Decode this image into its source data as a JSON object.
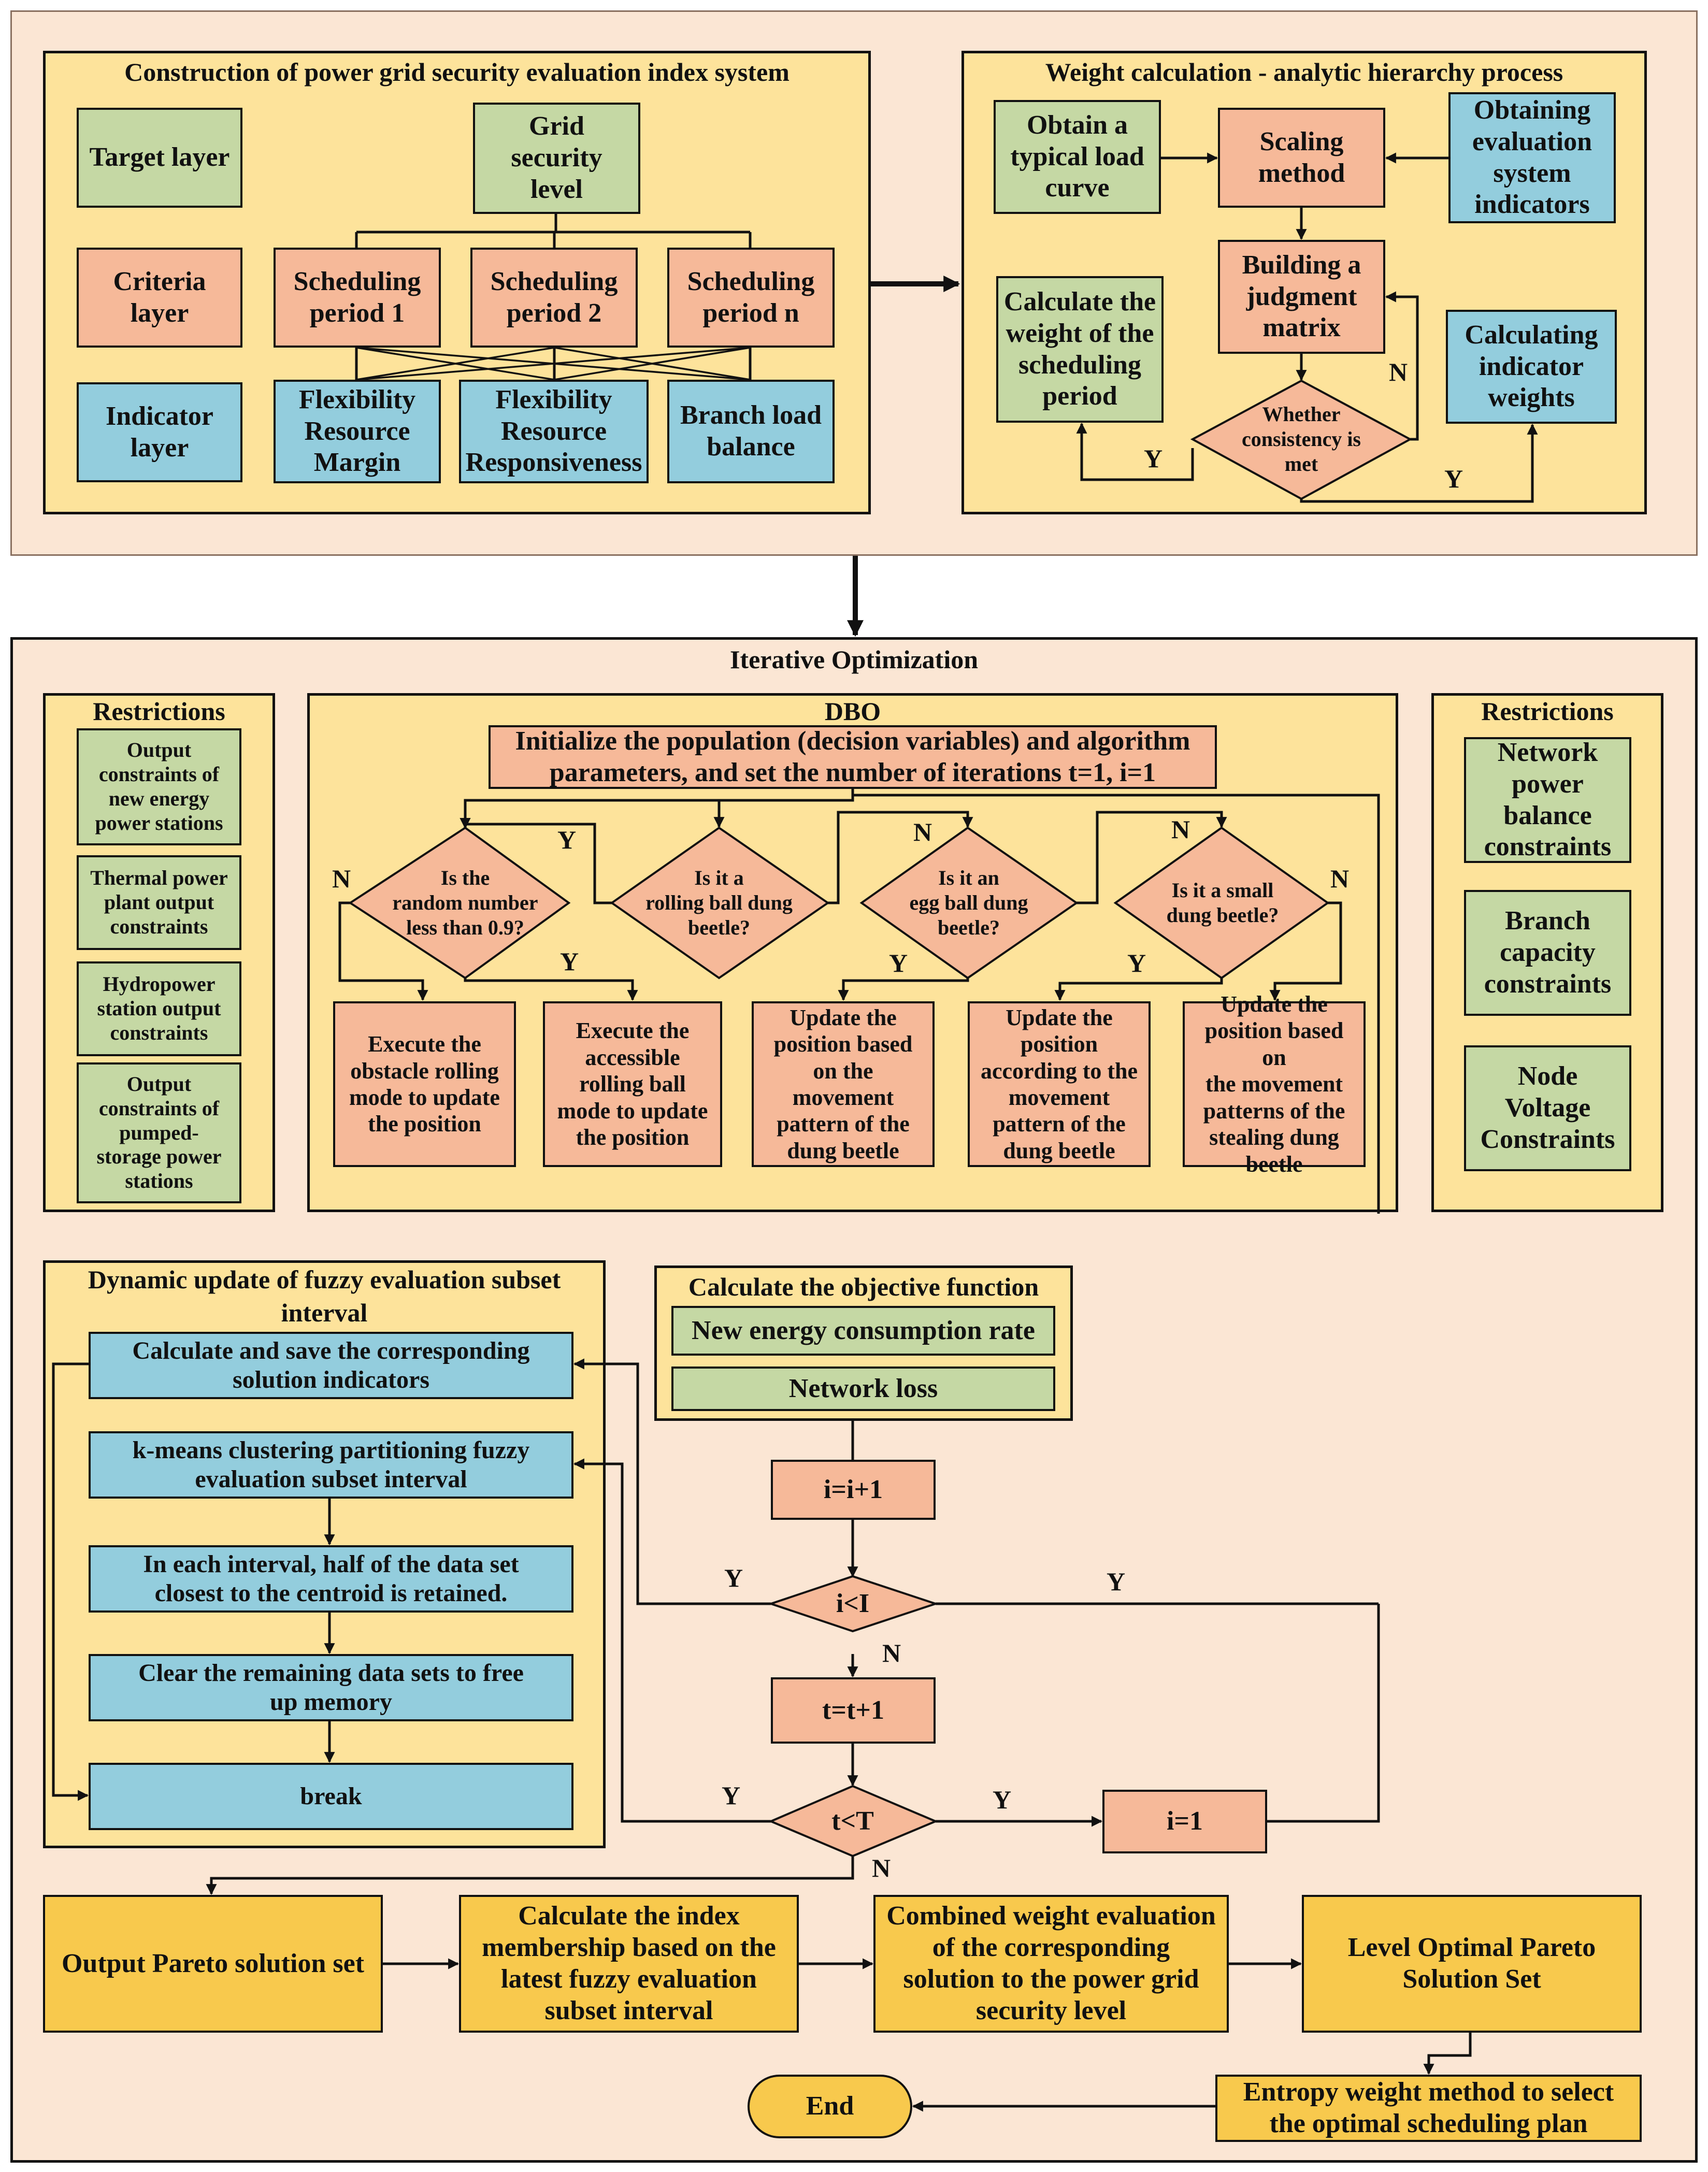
{
  "panels": {
    "construction": {
      "title": "Construction of power grid security evaluation index system",
      "target_layer": "Target layer",
      "criteria_layer": "Criteria\nlayer",
      "indicator_layer": "Indicator\nlayer",
      "grid_security_level": "Grid\nsecurity\nlevel",
      "period_1": "Scheduling\nperiod 1",
      "period_2": "Scheduling\nperiod 2",
      "period_n": "Scheduling\nperiod n",
      "flex_margin": "Flexibility\nResource\nMargin",
      "flex_responsiveness": "Flexibility\nResource\nResponsiveness",
      "branch_load_balance": "Branch load\nbalance"
    },
    "weight": {
      "title": "Weight calculation - analytic hierarchy process",
      "typical_load_curve": "Obtain a\ntypical load\ncurve",
      "scaling_method": "Scaling\nmethod",
      "obtaining_indicators": "Obtaining\nevaluation\nsystem\nindicators",
      "judgment_matrix": "Building a\njudgment\nmatrix",
      "calc_period_weight": "Calculate the\nweight of the\nscheduling\nperiod",
      "calc_indicator_weights": "Calculating\nindicator\nweights",
      "consistency": "Whether\nconsistency is\nmet"
    },
    "iterative": {
      "title": "Iterative Optimization",
      "restrictions_left": {
        "title": "Restrictions",
        "items": [
          "Output\nconstraints of\nnew energy\npower stations",
          "Thermal power\nplant output\nconstraints",
          "Hydropower\nstation output\nconstraints",
          "Output\nconstraints of\npumped-\nstorage power\nstations"
        ]
      },
      "restrictions_right": {
        "title": "Restrictions",
        "items": [
          "Network\npower\nbalance\nconstraints",
          "Branch\ncapacity\nconstraints",
          "Node\nVoltage\nConstraints"
        ]
      },
      "dbo": {
        "title": "DBO",
        "init": "Initialize the population (decision variables) and algorithm\nparameters, and set the number of iterations t=1, i=1",
        "q_random": "Is the\nrandom number\nless than 0.9?",
        "q_rolling": "Is it a\nrolling ball dung\nbeetle?",
        "q_egg": "Is it an\negg ball dung\nbeetle?",
        "q_small": "Is it a small\ndung beetle?",
        "a_obstacle": "Execute the\nobstacle rolling\nmode to update\nthe position",
        "a_accessible": "Execute the\naccessible\nrolling ball\nmode to update\nthe position",
        "a_update_dung": "Update the\nposition based\non the\nmovement\npattern of the\ndung beetle",
        "a_update_according": "Update the\nposition\naccording to the\nmovement\npattern of the\ndung beetle",
        "a_update_stealing": "Update the\nposition based on\nthe movement\npatterns of the\nstealing dung\nbeetle"
      },
      "fuzzy": {
        "title": "Dynamic update of fuzzy evaluation subset\ninterval",
        "steps": [
          "Calculate and save the corresponding\nsolution indicators",
          "k-means clustering partitioning fuzzy\nevaluation subset interval",
          "In each interval, half of the data set\nclosest to the centroid is retained.",
          "Clear the remaining data sets to free\nup memory",
          "break"
        ]
      },
      "objective": {
        "title": "Calculate the objective function",
        "items": [
          "New energy consumption rate",
          "Network loss"
        ]
      },
      "loop": {
        "i_inc": "i=i+1",
        "i_cond": "i<I",
        "t_inc": "t=t+1",
        "t_cond": "t<T",
        "i_reset": "i=1"
      }
    }
  },
  "bottom": {
    "pareto_set": "Output Pareto solution set",
    "index_membership": "Calculate the index\nmembership based on the\nlatest fuzzy evaluation\nsubset interval",
    "combined_weight": "Combined weight evaluation\nof the corresponding\nsolution to the power grid\nsecurity level",
    "level_optimal": "Level Optimal Pareto\nSolution Set",
    "entropy": "Entropy weight method to select\nthe optimal scheduling plan",
    "end": "End"
  },
  "labels": {
    "yes": "Y",
    "no": "N"
  },
  "colors": {
    "green_box": "#c5d8a4",
    "orange_box": "#f6b999",
    "blue_box": "#93cddd",
    "yellow_box": "#f8c94d",
    "zone_fill": "#fde39b",
    "panel_fill": "#fbe6d4"
  }
}
